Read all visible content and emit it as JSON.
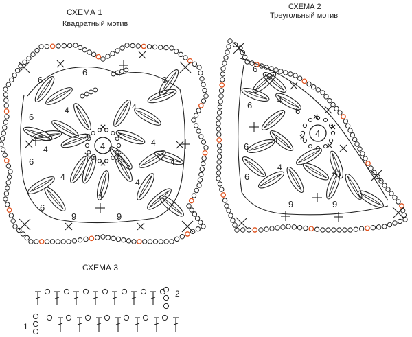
{
  "scheme1": {
    "title": "СХЕМА 1",
    "subtitle": "Квадратный мотив",
    "center": "4",
    "nums": [
      "6",
      "6",
      "6",
      "6",
      "6",
      "6",
      "9",
      "9",
      "4",
      "4",
      "4",
      "4",
      "4",
      "4",
      "4",
      "4"
    ]
  },
  "scheme2": {
    "title": "СХЕМА 2",
    "subtitle": "Треугольный мотив",
    "center": "4",
    "nums": [
      "6",
      "6",
      "6",
      "6",
      "6",
      "9",
      "9",
      "4",
      "4",
      "4",
      "4"
    ]
  },
  "scheme3": {
    "title": "СХЕМА 3",
    "row1": "1",
    "row2": "2"
  },
  "colors": {
    "line": "#222222",
    "accent": "#e0531f"
  }
}
